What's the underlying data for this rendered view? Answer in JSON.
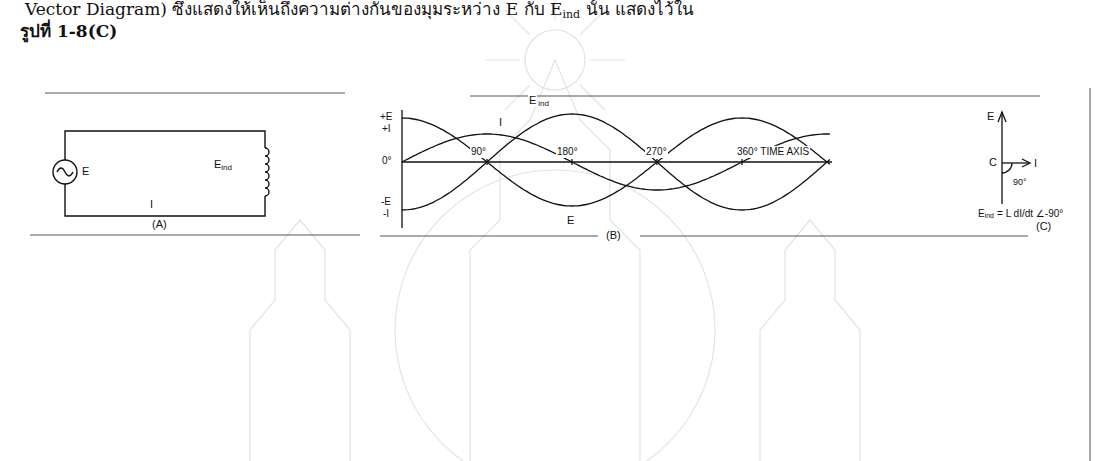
{
  "diagram": {
    "labels": [
      "Vector Diagram) ซึ่งแสดงให้เห็นถึงความต่างกันของมุมระหว่าง E กับ E",
      "ind",
      "นั้น แสดงไว้ใน",
      "รูปที่ 1-8(C)",
      "E",
      "E",
      "ind",
      "I",
      "(A)",
      "+E",
      "+I",
      "0°",
      "-E",
      "-I",
      "90°",
      "180°",
      "270°",
      "360° TIME AXIS",
      "E",
      "ind",
      "I",
      "E",
      "(B)",
      "E",
      "C",
      "I",
      "90°",
      "E",
      "ind",
      "= L dI/dt ∠-90°",
      "(C)"
    ]
  }
}
